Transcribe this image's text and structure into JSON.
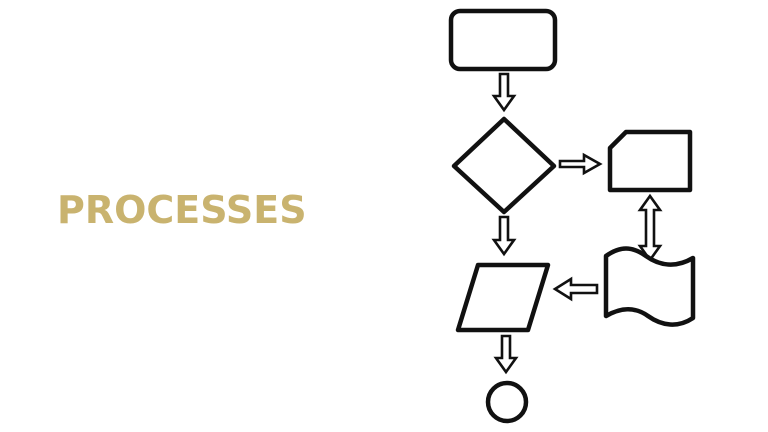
{
  "slide": {
    "title": "PROCESSES",
    "title_color": "#c9b36f",
    "background": "#ffffff",
    "line_color": "#111111"
  },
  "diagram": {
    "shapes": [
      {
        "name": "terminator-start",
        "kind": "rounded-rectangle"
      },
      {
        "name": "decision",
        "kind": "diamond"
      },
      {
        "name": "card",
        "kind": "card"
      },
      {
        "name": "data-input-output",
        "kind": "parallelogram"
      },
      {
        "name": "punched-tape",
        "kind": "wave"
      },
      {
        "name": "connector-end",
        "kind": "circle"
      }
    ],
    "arrows": [
      {
        "name": "arrow-start-to-decision",
        "from": "terminator-start",
        "to": "decision"
      },
      {
        "name": "arrow-decision-to-card",
        "from": "decision",
        "to": "card"
      },
      {
        "name": "arrow-card-tape-bidirectional",
        "from": "card",
        "to": "punched-tape"
      },
      {
        "name": "arrow-decision-to-data",
        "from": "decision",
        "to": "data-input-output"
      },
      {
        "name": "arrow-tape-to-data",
        "from": "punched-tape",
        "to": "data-input-output"
      },
      {
        "name": "arrow-data-to-connector",
        "from": "data-input-output",
        "to": "connector-end"
      }
    ]
  }
}
